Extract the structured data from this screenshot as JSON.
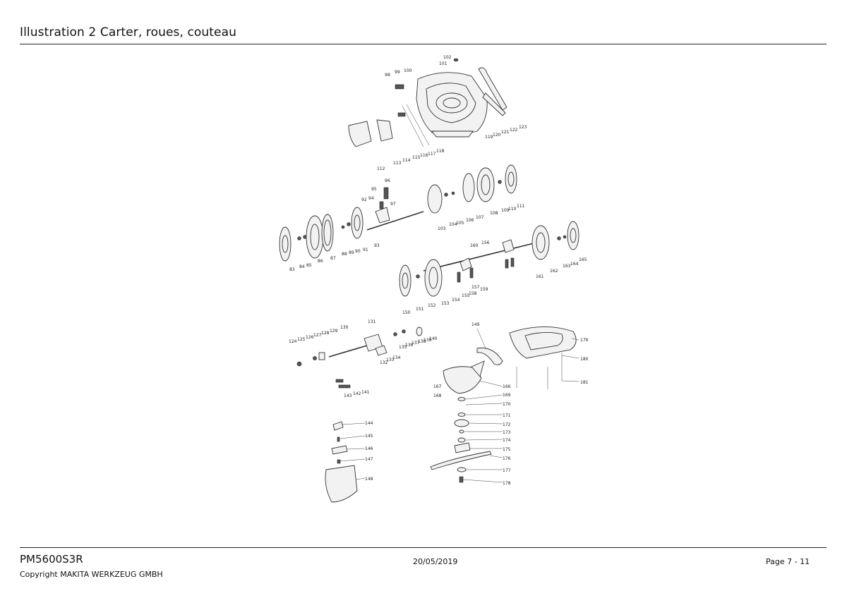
{
  "header": {
    "title": "Illustration  2  Carter, roues, couteau"
  },
  "footer": {
    "model": "PM5600S3R",
    "date": "20/05/2019",
    "page": "Page 7 - 11",
    "copyright": "Copyright MAKITA WERKZEUG GMBH"
  },
  "parts": [
    {
      "no": "83"
    },
    {
      "no": "84"
    },
    {
      "no": "85"
    },
    {
      "no": "86"
    },
    {
      "no": "87"
    },
    {
      "no": "88"
    },
    {
      "no": "89"
    },
    {
      "no": "90"
    },
    {
      "no": "91"
    },
    {
      "no": "92"
    },
    {
      "no": "93"
    },
    {
      "no": "94"
    },
    {
      "no": "95"
    },
    {
      "no": "96"
    },
    {
      "no": "97"
    },
    {
      "no": "98"
    },
    {
      "no": "99"
    },
    {
      "no": "100"
    },
    {
      "no": "101"
    },
    {
      "no": "102"
    },
    {
      "no": "103"
    },
    {
      "no": "104"
    },
    {
      "no": "105"
    },
    {
      "no": "106"
    },
    {
      "no": "107"
    },
    {
      "no": "108"
    },
    {
      "no": "109"
    },
    {
      "no": "110"
    },
    {
      "no": "111"
    },
    {
      "no": "112"
    },
    {
      "no": "113"
    },
    {
      "no": "114"
    },
    {
      "no": "115"
    },
    {
      "no": "116"
    },
    {
      "no": "117"
    },
    {
      "no": "118"
    },
    {
      "no": "119"
    },
    {
      "no": "120"
    },
    {
      "no": "121"
    },
    {
      "no": "122"
    },
    {
      "no": "123"
    },
    {
      "no": "124"
    },
    {
      "no": "125"
    },
    {
      "no": "126"
    },
    {
      "no": "127"
    },
    {
      "no": "128"
    },
    {
      "no": "129"
    },
    {
      "no": "130"
    },
    {
      "no": "131"
    },
    {
      "no": "132"
    },
    {
      "no": "133"
    },
    {
      "no": "134"
    },
    {
      "no": "135"
    },
    {
      "no": "136"
    },
    {
      "no": "137"
    },
    {
      "no": "138"
    },
    {
      "no": "139"
    },
    {
      "no": "140"
    },
    {
      "no": "141"
    },
    {
      "no": "142"
    },
    {
      "no": "143"
    },
    {
      "no": "144"
    },
    {
      "no": "145"
    },
    {
      "no": "146"
    },
    {
      "no": "147"
    },
    {
      "no": "148"
    },
    {
      "no": "149"
    },
    {
      "no": "150"
    },
    {
      "no": "151"
    },
    {
      "no": "152"
    },
    {
      "no": "153"
    },
    {
      "no": "154"
    },
    {
      "no": "155"
    },
    {
      "no": "156"
    },
    {
      "no": "157"
    },
    {
      "no": "158"
    },
    {
      "no": "159"
    },
    {
      "no": "160"
    },
    {
      "no": "161"
    },
    {
      "no": "162"
    },
    {
      "no": "163"
    },
    {
      "no": "164"
    },
    {
      "no": "165"
    },
    {
      "no": "166"
    },
    {
      "no": "167"
    },
    {
      "no": "168"
    },
    {
      "no": "169"
    },
    {
      "no": "170"
    },
    {
      "no": "171"
    },
    {
      "no": "172"
    },
    {
      "no": "173"
    },
    {
      "no": "174"
    },
    {
      "no": "175"
    },
    {
      "no": "176"
    },
    {
      "no": "177"
    },
    {
      "no": "178"
    },
    {
      "no": "179"
    },
    {
      "no": "180"
    },
    {
      "no": "181"
    }
  ]
}
